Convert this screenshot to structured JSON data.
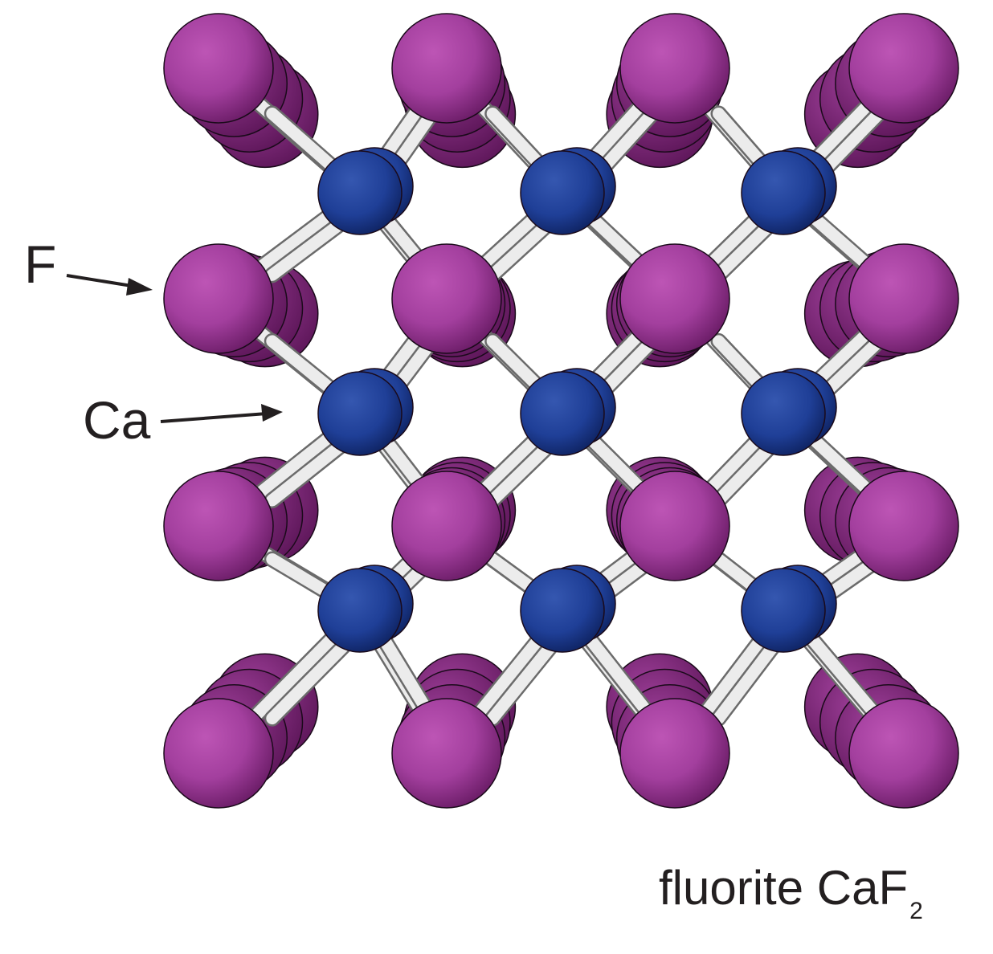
{
  "diagram": {
    "title": "fluorite CaF2",
    "caption": {
      "text": "fluorite CaF",
      "subscript": "2"
    },
    "labels": [
      {
        "id": "f",
        "text": "F",
        "points_to": "fluorine atom"
      },
      {
        "id": "ca",
        "text": "Ca",
        "points_to": "calcium atom"
      }
    ],
    "atoms": {
      "fluorine": {
        "symbol": "F",
        "color": "#a63fa0",
        "grid": "4x4",
        "radius": 68
      },
      "calcium": {
        "symbol": "Ca",
        "color": "#1f3f97",
        "grid": "3x3 (staggered)",
        "radius": 52
      },
      "bond_color": "#d9d9d9"
    },
    "colors": {
      "fluorine": "#a63fa0",
      "fluorine_dark": "#6e1d6a",
      "calcium": "#1f3f97",
      "calcium_dark": "#0f2566",
      "bond": "#e4e4e4",
      "text": "#231f20",
      "background": "#ffffff"
    }
  }
}
